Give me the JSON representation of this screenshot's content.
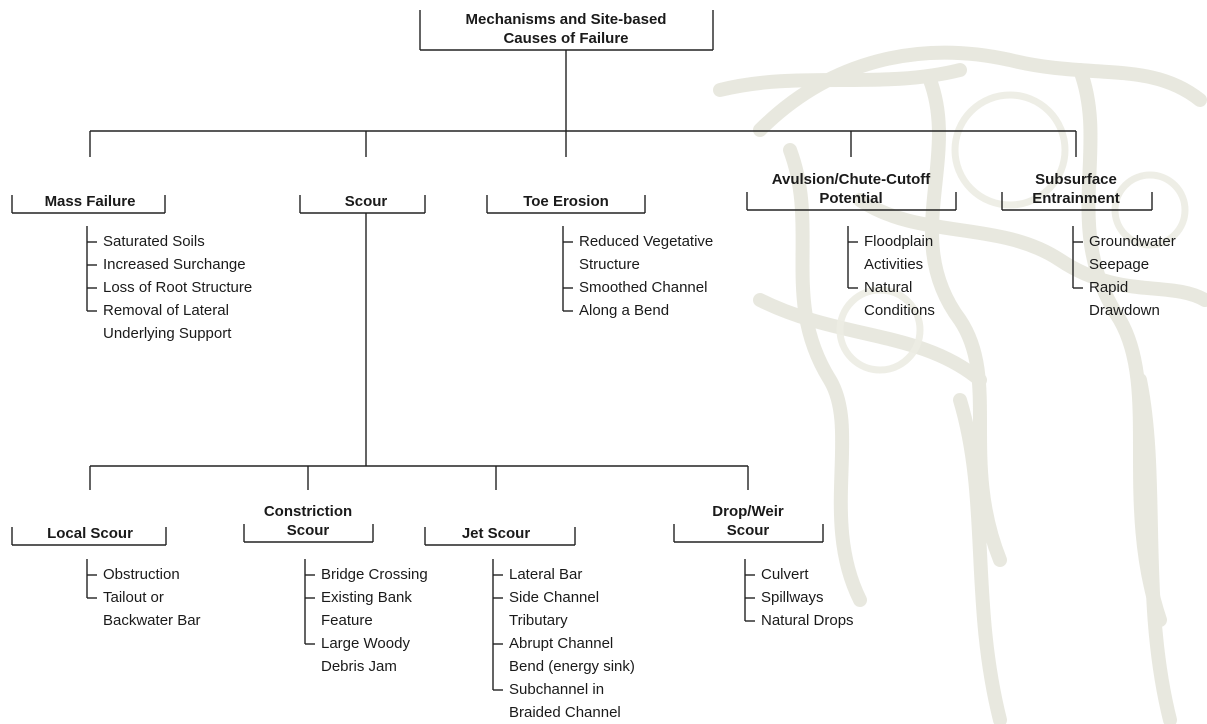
{
  "root": {
    "lines": [
      "Mechanisms and Site-based",
      "Causes of Failure"
    ]
  },
  "level1": [
    {
      "id": "mass-failure",
      "lines": [
        "Mass Failure"
      ],
      "items": [
        [
          "Saturated Soils"
        ],
        [
          "Increased Surchange"
        ],
        [
          "Loss of Root Structure"
        ],
        [
          "Removal of Lateral",
          "Underlying Support"
        ]
      ]
    },
    {
      "id": "scour",
      "lines": [
        "Scour"
      ],
      "items": []
    },
    {
      "id": "toe-erosion",
      "lines": [
        "Toe Erosion"
      ],
      "items": [
        [
          "Reduced Vegetative",
          "Structure"
        ],
        [
          "Smoothed Channel"
        ],
        [
          "Along a Bend"
        ]
      ]
    },
    {
      "id": "avulsion",
      "lines": [
        "Avulsion/Chute-Cutoff",
        "Potential"
      ],
      "items": [
        [
          "Floodplain",
          "Activities"
        ],
        [
          "Natural",
          "Conditions"
        ]
      ]
    },
    {
      "id": "subsurface",
      "lines": [
        "Subsurface",
        "Entrainment"
      ],
      "items": [
        [
          "Groundwater",
          "Seepage"
        ],
        [
          "Rapid",
          "Drawdown"
        ]
      ]
    }
  ],
  "level2": [
    {
      "id": "local-scour",
      "lines": [
        "Local Scour"
      ],
      "items": [
        [
          "Obstruction"
        ],
        [
          "Tailout or",
          "Backwater Bar"
        ]
      ]
    },
    {
      "id": "constriction-scour",
      "lines": [
        "Constriction",
        "Scour"
      ],
      "items": [
        [
          "Bridge Crossing"
        ],
        [
          "Existing Bank",
          "Feature"
        ],
        [
          "Large Woody",
          "Debris Jam"
        ]
      ]
    },
    {
      "id": "jet-scour",
      "lines": [
        "Jet Scour"
      ],
      "items": [
        [
          "Lateral Bar"
        ],
        [
          "Side Channel",
          "Tributary"
        ],
        [
          "Abrupt Channel",
          "Bend (energy sink)"
        ],
        [
          "Subchannel in",
          "Braided Channel"
        ]
      ]
    },
    {
      "id": "drop-weir-scour",
      "lines": [
        "Drop/Weir",
        "Scour"
      ],
      "items": [
        [
          "Culvert"
        ],
        [
          "Spillways"
        ],
        [
          "Natural Drops"
        ]
      ]
    }
  ],
  "colors": {
    "line": "#222222",
    "watermark": "#e6e6dc"
  }
}
